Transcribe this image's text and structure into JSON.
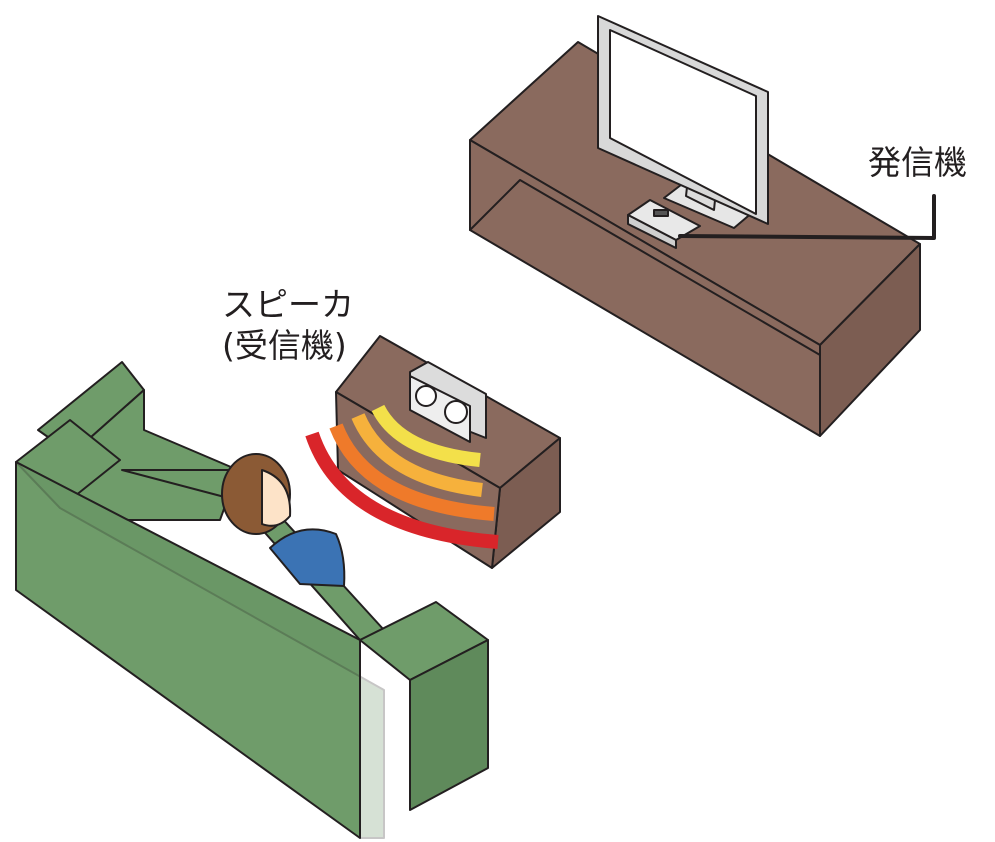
{
  "labels": {
    "transmitter": "発信機",
    "speaker_line1": "スピーカ",
    "speaker_line2": "(受信機)"
  },
  "colors": {
    "tv_stand": "#8a6a5e",
    "tv_stand_side": "#7c5d52",
    "sofa": "#6f9c6a",
    "sofa_dark": "#5f8a5b",
    "hair": "#8b5a35",
    "shirt": "#3b73b4",
    "skin": "#fde3c8",
    "outline": "#231f20",
    "wave_yellow": "#f3e04a",
    "wave_light_orange": "#f6b13c",
    "wave_orange": "#ef7a2a",
    "wave_red": "#d9252a"
  },
  "icons": [
    "television-icon",
    "transmitter-icon",
    "speaker-icon",
    "sound-waves-icon",
    "sofa-icon",
    "person-icon"
  ]
}
